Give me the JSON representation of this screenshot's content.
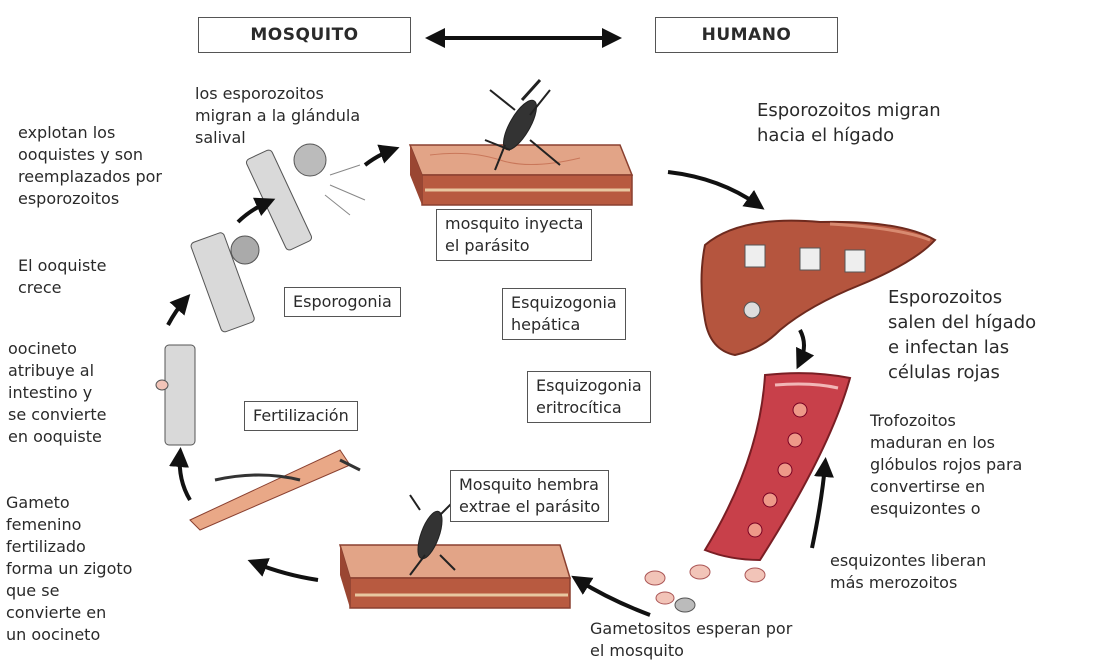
{
  "header": {
    "left_label": "MOSQUITO",
    "right_label": "HUMANO"
  },
  "phases": {
    "esporogonia": "Esporogonia",
    "esquizogonia_hepatica": "Esquizogonia\nhepática",
    "esquizogonia_eritrocitica": "Esquizogonia\neritrocítica",
    "fertilizacion": "Fertilización"
  },
  "steps": {
    "mosquito_inyecta": "mosquito inyecta\nel parásito",
    "esporozoitos_migran_higado": "Esporozoitos migran\nhacia el hígado",
    "esporozoitos_salen": "Esporozoitos\nsalen del hígado\ne infectan las\ncélulas rojas",
    "trofozoitos": "Trofozoitos\nmaduran en los\nglóbulos rojos para\nconvertirse en\nesquizontes o",
    "esquizontes_liberan": "esquizontes liberan\nmás merozoitos",
    "gametositos": "Gametositos esperan por\nel mosquito",
    "mosquito_hembra": "Mosquito hembra\nextrae el parásito",
    "gameto": "Gameto\nfemenino\nfertilizado\nforma un zigoto\nque se\nconvierte en\nun oocineto",
    "oocineto": "oocineto\natribuye al\nintestino y\nse convierte\nen ooquiste",
    "ooquiste_crece": "El ooquiste\ncrece",
    "explotan": "explotan los\nooquistes y son\nreemplazados por\nesporozoitos",
    "esporozoitos_glandula": "los esporozoitos\nmigran a la glándula\nsalival"
  },
  "colors": {
    "skin": "#d98b6a",
    "skin_dark": "#a8503a",
    "liver": "#b5553e",
    "blood": "#c8404a",
    "arrow": "#111111",
    "cell": "#d9d9d9"
  }
}
